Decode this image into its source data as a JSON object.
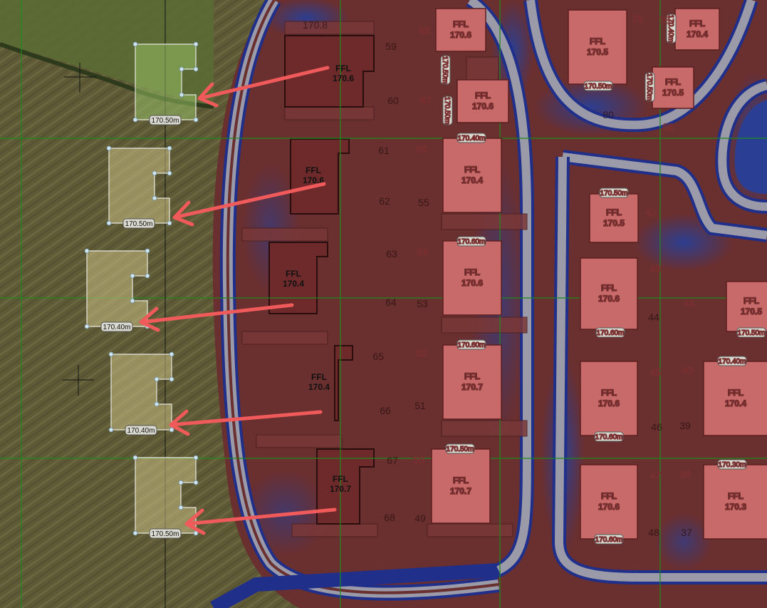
{
  "colors": {
    "field": "#5e5a36",
    "field_green": "#5b6b34",
    "site": "#6a2f2f",
    "house": "#c86a6a",
    "road_edge": "#1f2f8a",
    "road": "#9a9aa8",
    "water": "#2d4a9a",
    "arrow": "#f05a5a",
    "grid": "#1e8a1e"
  },
  "site_labels": {
    "partial_top": "170.8"
  },
  "side_pads": [
    {
      "level": "170.50m"
    },
    {
      "level": "170.50m"
    },
    {
      "level": "170.40m"
    },
    {
      "level": "170.40m"
    },
    {
      "level": "170.50m"
    }
  ],
  "terraces": [
    {
      "ffl": "FFL",
      "value": "170.6"
    },
    {
      "ffl": "FFL",
      "value": "170.6"
    },
    {
      "ffl": "FFL",
      "value": "170.4"
    },
    {
      "ffl": "FFL",
      "value": "170.4"
    },
    {
      "ffl": "FFL",
      "value": "170.7"
    }
  ],
  "houses": [
    {
      "ffl": "FFL",
      "value": "170.6",
      "level": "170.50m",
      "num": "58"
    },
    {
      "ffl": "FFL",
      "value": "170.6",
      "level": "170.50m",
      "num": "57"
    },
    {
      "ffl": "FFL",
      "value": "170.4",
      "level": "170.40m",
      "num": "56"
    },
    {
      "ffl": "FFL",
      "value": "170.6",
      "level": "170.60m",
      "num": "54"
    },
    {
      "ffl": "FFL",
      "value": "170.7",
      "level": "170.60m",
      "num": "52"
    },
    {
      "ffl": "FFL",
      "value": "170.7",
      "level": "170.50m",
      "num": "50"
    },
    {
      "ffl": "FFL",
      "value": "170.5",
      "level": "170.50m",
      "num": "79"
    },
    {
      "ffl": "FFL",
      "value": "170.4",
      "level": "170.40m",
      "num": "78"
    },
    {
      "ffl": "FFL",
      "value": "170.5",
      "level": "170.50m",
      "num": "69"
    },
    {
      "ffl": "FFL",
      "value": "170.5",
      "level": "170.50m",
      "num": "42"
    },
    {
      "ffl": "FFL",
      "value": "170.6",
      "level": "170.60m",
      "num": "43"
    },
    {
      "ffl": "FFL",
      "value": "170.6",
      "level": "170.60m",
      "num": "45"
    },
    {
      "ffl": "FFL",
      "value": "170.6",
      "level": "170.60m",
      "num": "47"
    },
    {
      "ffl": "FFL",
      "value": "170.5",
      "level": "170.50m",
      "num": "41"
    },
    {
      "ffl": "FFL",
      "value": "170.4",
      "level": "170.40m",
      "num": "40"
    },
    {
      "ffl": "FFL",
      "value": "170.3",
      "level": "170.30m",
      "num": "38"
    }
  ],
  "plot_numbers": [
    "59",
    "60",
    "61",
    "55",
    "62",
    "63",
    "53",
    "64",
    "65",
    "51",
    "66",
    "67",
    "68",
    "49",
    "80",
    "44",
    "46",
    "39",
    "48",
    "37"
  ]
}
